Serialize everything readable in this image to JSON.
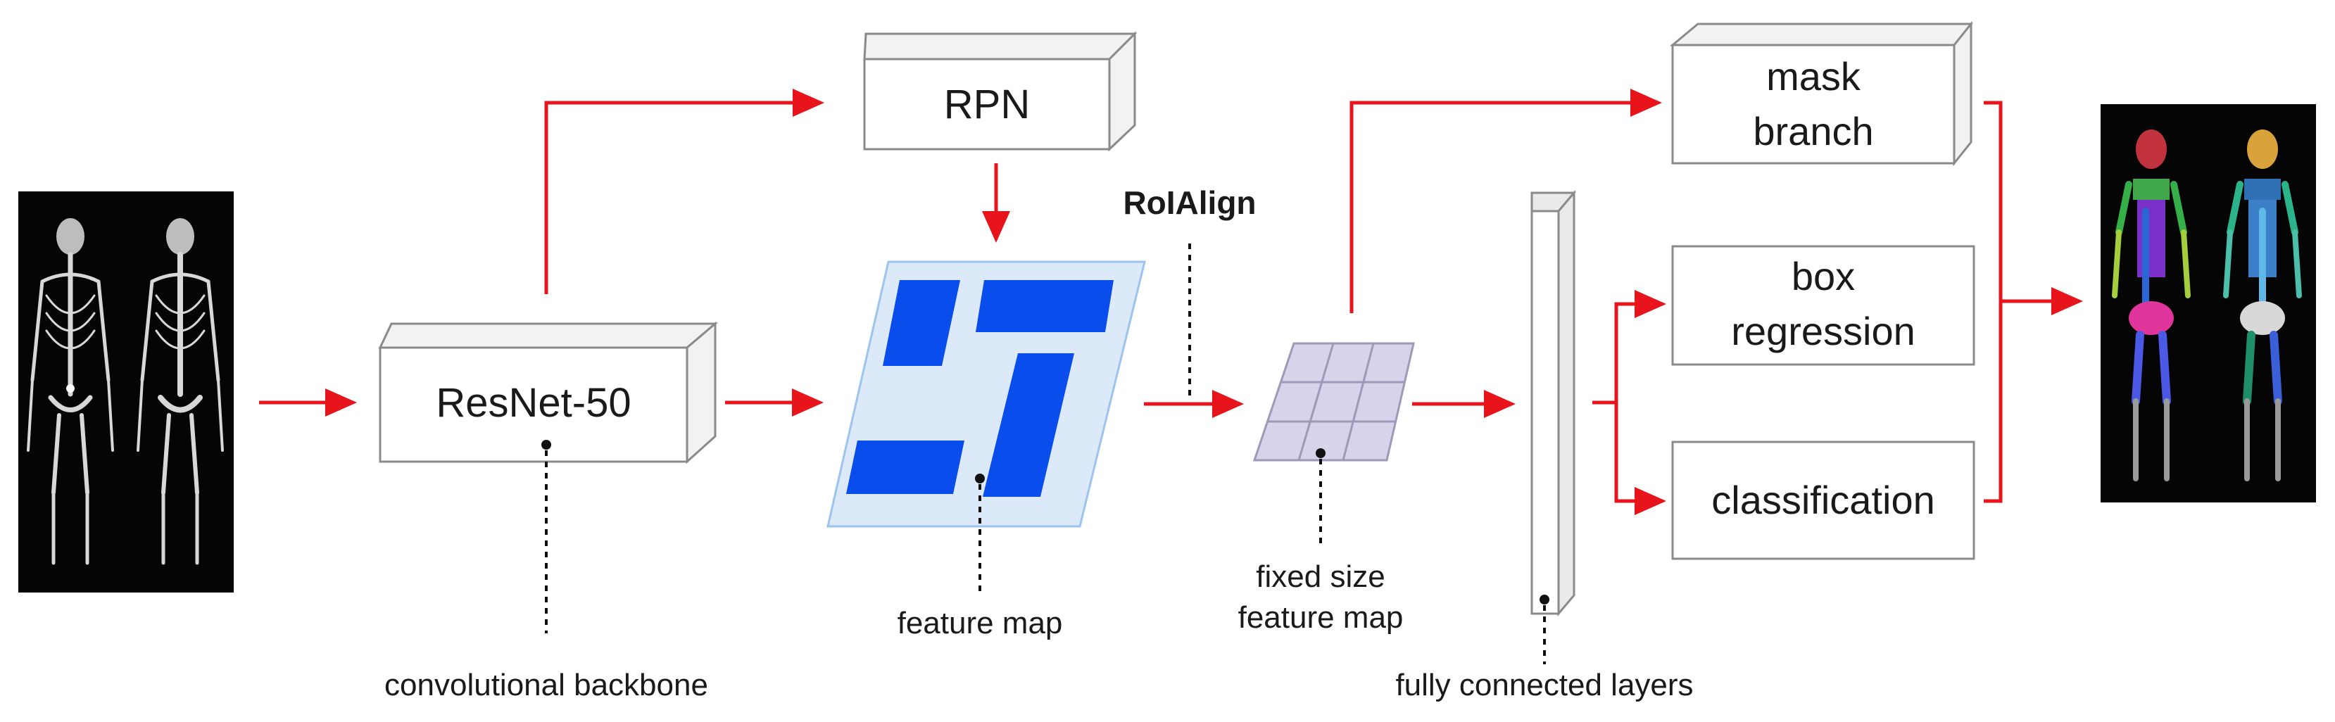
{
  "nodes": {
    "rpn": "RPN",
    "resnet": "ResNet-50",
    "roialign": "RoIAlign",
    "mask_branch": [
      "mask",
      "branch"
    ],
    "box_regression": [
      "box",
      "regression"
    ],
    "classification": "classification"
  },
  "annotations": {
    "backbone": "convolutional backbone",
    "feature_map": "feature map",
    "fixed_size": [
      "fixed size",
      "feature map"
    ],
    "fc_layers": "fully connected layers"
  },
  "colors": {
    "arrow": "#e8141b",
    "feature_map_bg": "#dbe9f9",
    "feature_map_block": "#0a4ded",
    "roi_grid": "#d6d3ea",
    "box_stroke": "#8a8a8a"
  },
  "images": {
    "input": "whole-body bone scan (anterior and posterior views)",
    "output": "segmented skeleton with colored regions"
  }
}
